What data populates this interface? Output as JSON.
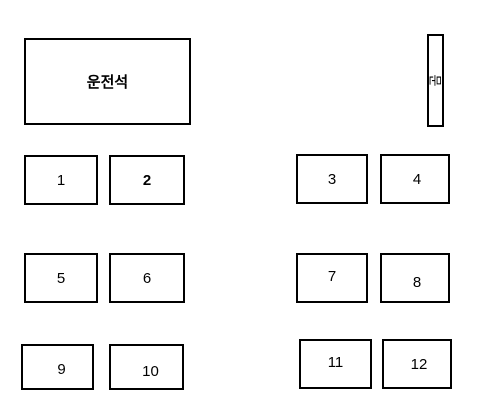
{
  "layout_diagram": {
    "driver_seat_label": "운전석",
    "door_label": "문",
    "seats": [
      {
        "number": "1",
        "bold": false
      },
      {
        "number": "2",
        "bold": true
      },
      {
        "number": "3",
        "bold": false
      },
      {
        "number": "4",
        "bold": false
      },
      {
        "number": "5",
        "bold": false
      },
      {
        "number": "6",
        "bold": false
      },
      {
        "number": "7",
        "bold": false
      },
      {
        "number": "8",
        "bold": false
      },
      {
        "number": "9",
        "bold": false
      },
      {
        "number": "10",
        "bold": false
      },
      {
        "number": "11",
        "bold": false
      },
      {
        "number": "12",
        "bold": false
      }
    ]
  }
}
